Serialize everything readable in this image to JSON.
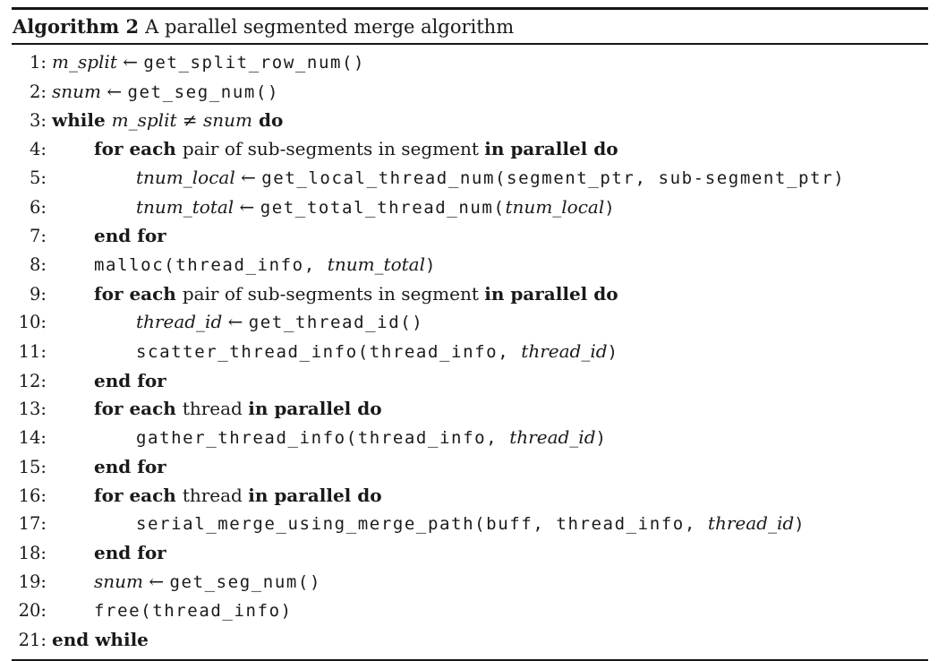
{
  "colors": {
    "background": "#ffffff",
    "text": "#1a1a1a",
    "rule": "#161616"
  },
  "header": {
    "label": "Algorithm 2",
    "caption": "A parallel segmented merge algorithm"
  },
  "algorithm": {
    "lines": [
      {
        "num": "1:",
        "indent": 0,
        "parts": [
          {
            "style": "var",
            "text": "m_split"
          },
          {
            "style": "plain",
            "text": " ← "
          },
          {
            "style": "code",
            "text": "get_split_row_num()"
          }
        ]
      },
      {
        "num": "2:",
        "indent": 0,
        "parts": [
          {
            "style": "var",
            "text": "snum"
          },
          {
            "style": "plain",
            "text": " ← "
          },
          {
            "style": "code",
            "text": "get_seg_num()"
          }
        ]
      },
      {
        "num": "3:",
        "indent": 0,
        "parts": [
          {
            "style": "kw",
            "text": "while "
          },
          {
            "style": "var",
            "text": "m_split"
          },
          {
            "style": "plain",
            "text": " ≠ "
          },
          {
            "style": "var",
            "text": "snum"
          },
          {
            "style": "kw",
            "text": " do"
          }
        ]
      },
      {
        "num": "4:",
        "indent": 1,
        "parts": [
          {
            "style": "kw",
            "text": "for each "
          },
          {
            "style": "plain",
            "text": "pair of sub-segments in segment "
          },
          {
            "style": "kw",
            "text": "in parallel do"
          }
        ]
      },
      {
        "num": "5:",
        "indent": 2,
        "parts": [
          {
            "style": "var",
            "text": "tnum_local"
          },
          {
            "style": "plain",
            "text": " ← "
          },
          {
            "style": "code",
            "text": "get_local_thread_num(segment_ptr, sub-segment_ptr)"
          }
        ]
      },
      {
        "num": "6:",
        "indent": 2,
        "parts": [
          {
            "style": "var",
            "text": "tnum_total"
          },
          {
            "style": "plain",
            "text": " ← "
          },
          {
            "style": "code",
            "text": "get_total_thread_num("
          },
          {
            "style": "var",
            "text": "tnum_local"
          },
          {
            "style": "code",
            "text": ")"
          }
        ]
      },
      {
        "num": "7:",
        "indent": 1,
        "parts": [
          {
            "style": "kw",
            "text": "end for"
          }
        ]
      },
      {
        "num": "8:",
        "indent": 1,
        "parts": [
          {
            "style": "code",
            "text": "malloc(thread_info, "
          },
          {
            "style": "var",
            "text": "tnum_total"
          },
          {
            "style": "code",
            "text": ")"
          }
        ]
      },
      {
        "num": "9:",
        "indent": 1,
        "parts": [
          {
            "style": "kw",
            "text": "for each "
          },
          {
            "style": "plain",
            "text": "pair of sub-segments in segment "
          },
          {
            "style": "kw",
            "text": "in parallel do"
          }
        ]
      },
      {
        "num": "10:",
        "indent": 2,
        "parts": [
          {
            "style": "var",
            "text": "thread_id"
          },
          {
            "style": "plain",
            "text": " ← "
          },
          {
            "style": "code",
            "text": "get_thread_id()"
          }
        ]
      },
      {
        "num": "11:",
        "indent": 2,
        "parts": [
          {
            "style": "code",
            "text": "scatter_thread_info(thread_info, "
          },
          {
            "style": "var",
            "text": "thread_id"
          },
          {
            "style": "code",
            "text": ")"
          }
        ]
      },
      {
        "num": "12:",
        "indent": 1,
        "parts": [
          {
            "style": "kw",
            "text": "end for"
          }
        ]
      },
      {
        "num": "13:",
        "indent": 1,
        "parts": [
          {
            "style": "kw",
            "text": "for each "
          },
          {
            "style": "plain",
            "text": "thread "
          },
          {
            "style": "kw",
            "text": "in parallel do"
          }
        ]
      },
      {
        "num": "14:",
        "indent": 2,
        "parts": [
          {
            "style": "code",
            "text": "gather_thread_info(thread_info, "
          },
          {
            "style": "var",
            "text": "thread_id"
          },
          {
            "style": "code",
            "text": ")"
          }
        ]
      },
      {
        "num": "15:",
        "indent": 1,
        "parts": [
          {
            "style": "kw",
            "text": "end for"
          }
        ]
      },
      {
        "num": "16:",
        "indent": 1,
        "parts": [
          {
            "style": "kw",
            "text": "for each "
          },
          {
            "style": "plain",
            "text": "thread "
          },
          {
            "style": "kw",
            "text": "in parallel do"
          }
        ]
      },
      {
        "num": "17:",
        "indent": 2,
        "parts": [
          {
            "style": "code",
            "text": "serial_merge_using_merge_path(buff, thread_info, "
          },
          {
            "style": "var",
            "text": "thread_id"
          },
          {
            "style": "code",
            "text": ")"
          }
        ]
      },
      {
        "num": "18:",
        "indent": 1,
        "parts": [
          {
            "style": "kw",
            "text": "end for"
          }
        ]
      },
      {
        "num": "19:",
        "indent": 1,
        "parts": [
          {
            "style": "var",
            "text": "snum"
          },
          {
            "style": "plain",
            "text": " ← "
          },
          {
            "style": "code",
            "text": "get_seg_num()"
          }
        ]
      },
      {
        "num": "20:",
        "indent": 1,
        "parts": [
          {
            "style": "code",
            "text": "free(thread_info)"
          }
        ]
      },
      {
        "num": "21:",
        "indent": 0,
        "parts": [
          {
            "style": "kw",
            "text": "end while"
          }
        ]
      }
    ]
  }
}
